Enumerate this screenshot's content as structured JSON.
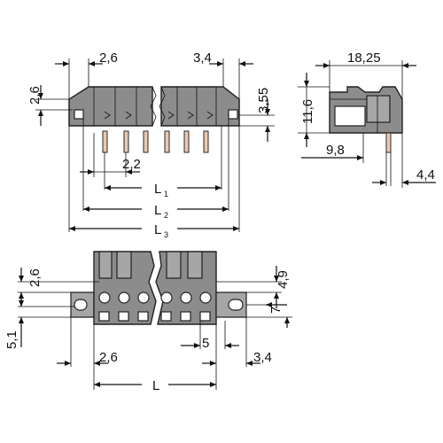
{
  "colors": {
    "housing": "#8c8c8c",
    "housing_light": "#a6a6a6",
    "pin": "#e9c9b2",
    "line": "#111111"
  },
  "front_view": {
    "dim_top_left": "2,6",
    "dim_top_right": "3,4",
    "dim_left_vertical": "2,6",
    "dim_right_vertical": "3,55",
    "dim_pitch": "2,2",
    "length_labels": [
      {
        "main": "L",
        "sub": "1"
      },
      {
        "main": "L",
        "sub": "2"
      },
      {
        "main": "L",
        "sub": "3"
      }
    ]
  },
  "side_view": {
    "dim_width": "18,25",
    "dim_height": "11,6",
    "dim_depth": "9,8",
    "dim_pin": "4,4"
  },
  "bottom_view": {
    "dim_left_vertical_top": "2,6",
    "dim_left_vertical_bottom": "5,1",
    "dim_right_vertical_top": "4,9",
    "dim_right_side": "7",
    "dim_bottom_left": "2,6",
    "dim_bottom_pitch": "5",
    "dim_bottom_right": "3,4",
    "length_label": "L"
  }
}
